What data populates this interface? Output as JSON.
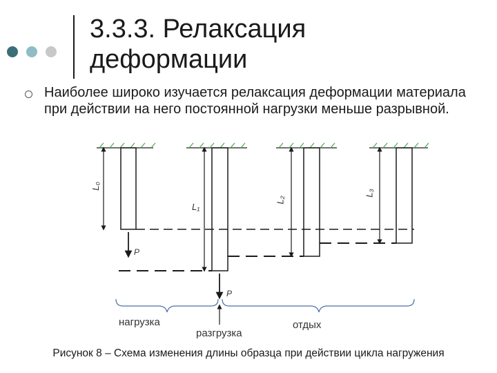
{
  "slide": {
    "title_line1": "3.3.3. Релаксация",
    "title_line2": "деформации",
    "bullet_text": "Наиболее широко изучается релаксация деформации материала при действии на него постоянной нагрузки меньше разрывной.",
    "caption": "Рисунок 8 – Схема изменения длины образца при действии цикла нагружения"
  },
  "diagram": {
    "phases": {
      "loading": "нагрузка",
      "unloading": "разгрузка",
      "rest": "отдых"
    },
    "lengths": {
      "l0": "L₀",
      "l1": "L₁",
      "l2": "L₂",
      "l3": "L₃"
    },
    "force": "P"
  },
  "colors": {
    "line": "#1a1a1a",
    "hatch": "#4caf50",
    "dot_dark": "#3b6e78",
    "dot_mid": "#8fbcc6",
    "dot_light": "#c8c8c8"
  }
}
